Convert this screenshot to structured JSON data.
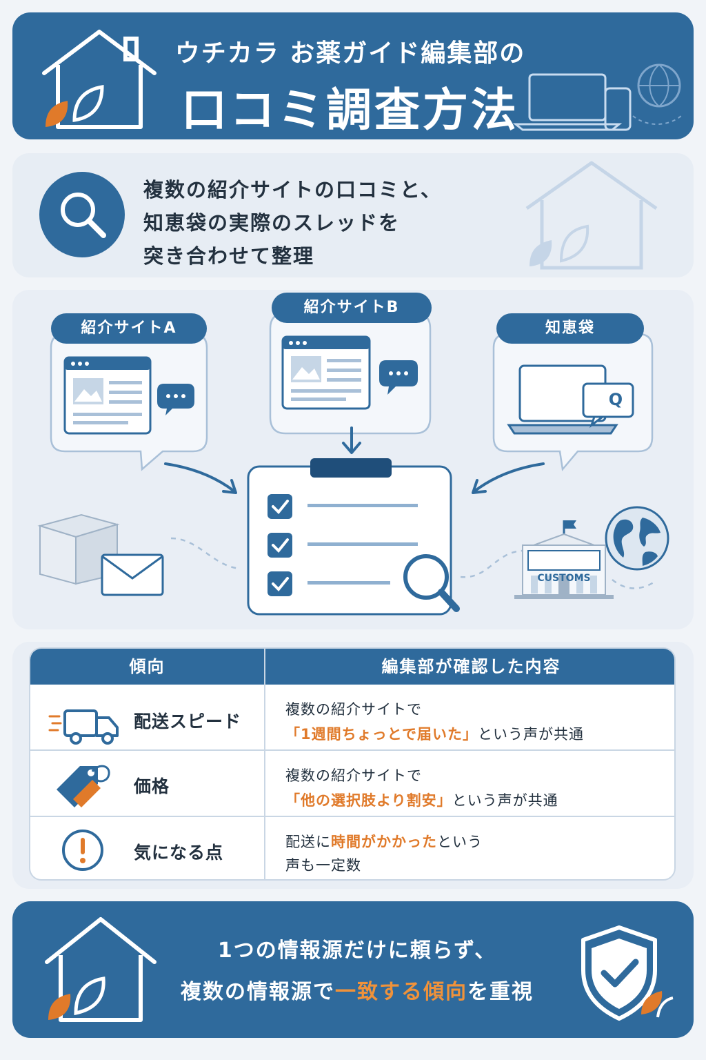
{
  "header": {
    "subtitle": "ウチカラ お薬ガイド編集部の",
    "title": "口コミ調査方法"
  },
  "intro": {
    "line1": "複数の紹介サイトの口コミと、",
    "line2": "知恵袋の実際のスレッドを",
    "line3": "突き合わせて整理"
  },
  "sources": {
    "site_a": "紹介サイトA",
    "site_b": "紹介サイトB",
    "chiebukuro": "知恵袋",
    "qa_badge": "Q",
    "customs_label": "CUSTOMS"
  },
  "table": {
    "header_trend": "傾向",
    "header_content": "編集部が確認した内容",
    "rows": [
      {
        "category": "配送スピード",
        "icon": "truck-icon",
        "line1": "複数の紹介サイトで",
        "line2_highlight": "「1週間ちょっとで届いた」",
        "line2_rest": "という声が共通"
      },
      {
        "category": "価格",
        "icon": "price-tag-icon",
        "line1": "複数の紹介サイトで",
        "line2_highlight": "「他の選択肢より割安」",
        "line2_rest": "という声が共通"
      },
      {
        "category": "気になる点",
        "icon": "warning-icon",
        "line1_pre": "配送に",
        "line1_highlight": "時間がかかった",
        "line1_post": "という",
        "line2": "声も一定数"
      }
    ]
  },
  "footer": {
    "line1": "1つの情報源だけに頼らず、",
    "line2_pre": "複数の情報源で",
    "line2_highlight": "一致する傾向",
    "line2_post": "を重視"
  },
  "colors": {
    "primary": "#2f6a9c",
    "accent": "#e07a2a",
    "background": "#f1f4f8"
  }
}
